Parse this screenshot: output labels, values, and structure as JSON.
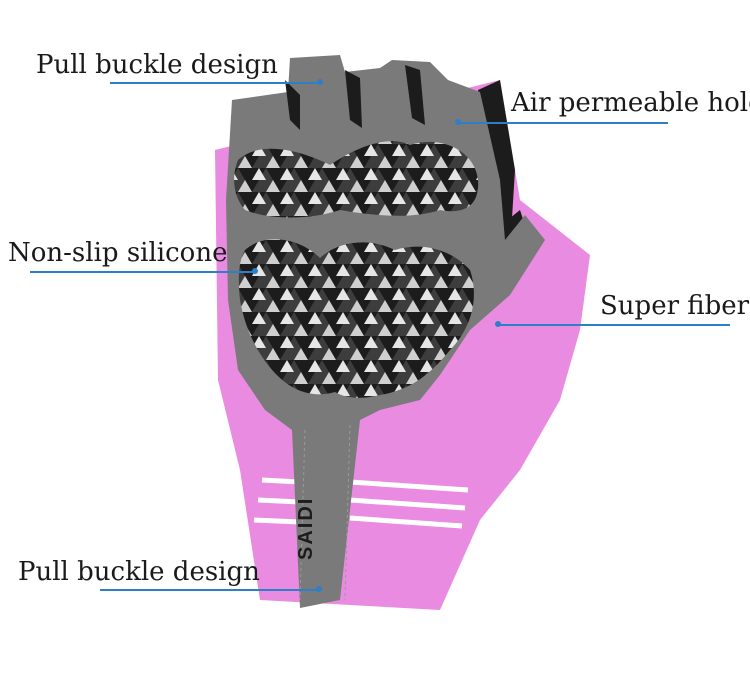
{
  "product": {
    "brand_text": "SAIDI",
    "accent_color": "#e98be0",
    "palm_color": "#7a7a7a",
    "silicone_color": "#1c1c1c",
    "callout_color": "#2f7fc8"
  },
  "callouts": {
    "top_left": "Pull buckle design",
    "top_right": "Air permeable hole",
    "mid_left": "Non-slip silicone",
    "mid_right": "Super fiber",
    "bottom_left": "Pull buckle design"
  }
}
